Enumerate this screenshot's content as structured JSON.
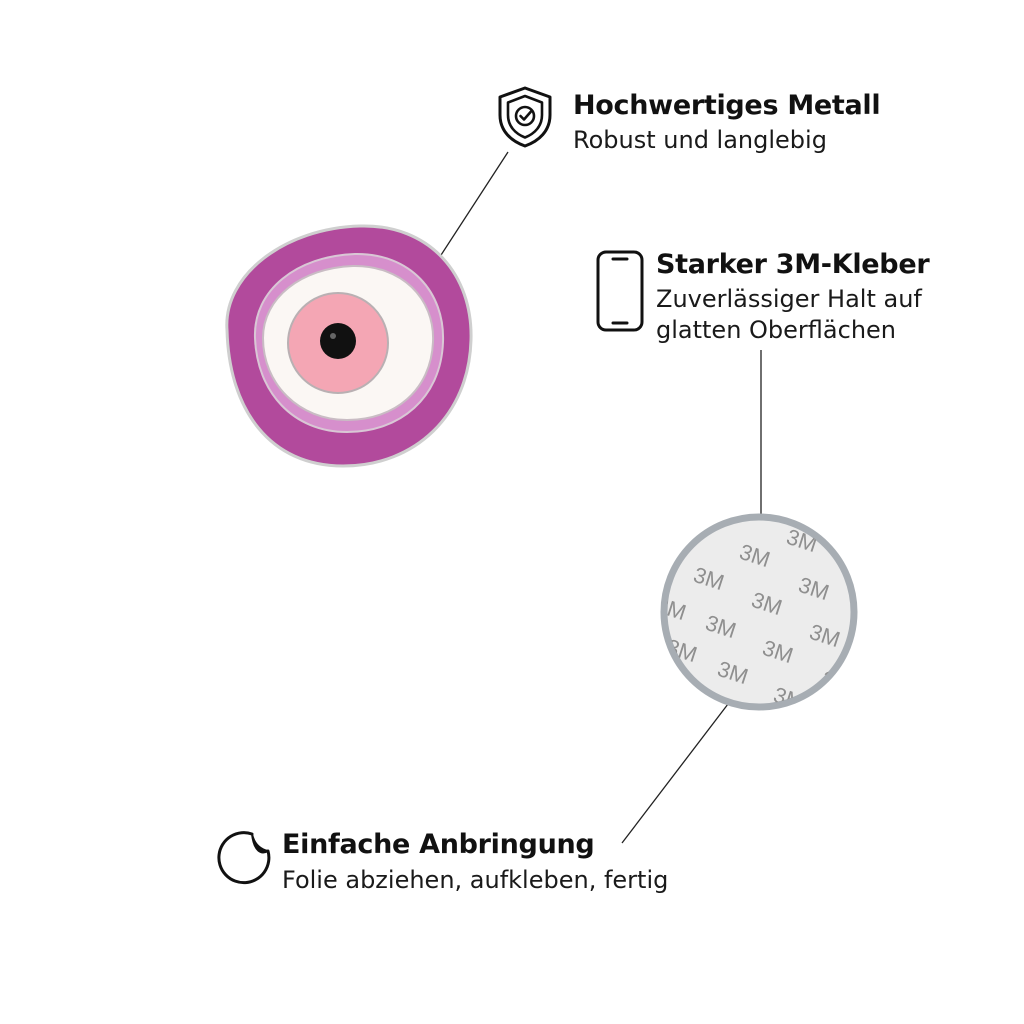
{
  "features": [
    {
      "title": "Hochwertiges Metall",
      "subtitle": "Robust und langlebig",
      "icon": "shield-check-icon"
    },
    {
      "title": "Starker 3M-Kleber",
      "subtitle_line1": "Zuverlässiger Halt auf",
      "subtitle_line2": "glatten Oberflächen",
      "icon": "smartphone-icon"
    },
    {
      "title": "Einfache Anbringung",
      "subtitle": "Folie abziehen, aufkleben, fertig",
      "icon": "peel-sticker-icon"
    }
  ],
  "adhesive_pad": {
    "label": "3M"
  },
  "colors": {
    "pin_outer": "#b24a9c",
    "pin_ring": "#d68fcc",
    "pin_white": "#fbf7f4",
    "pin_pink": "#f4a6b4",
    "pin_pupil": "#111111",
    "pad_ring": "#a7adb3",
    "pad_fill": "#ececec",
    "text": "#111111"
  }
}
